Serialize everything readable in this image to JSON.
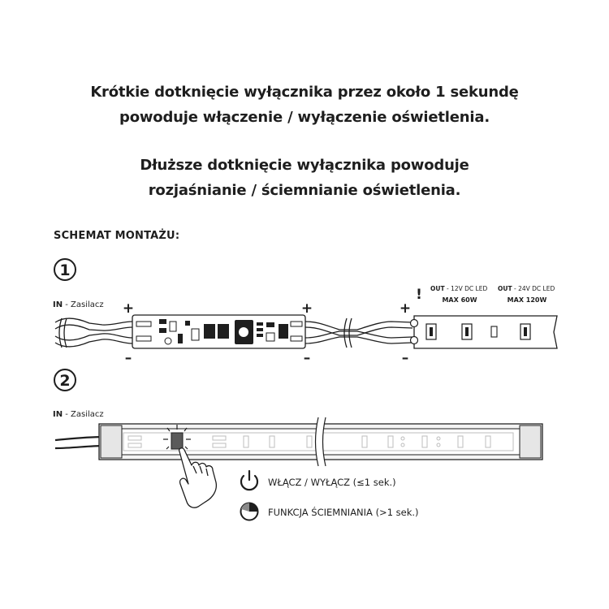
{
  "intro": {
    "short_touch_line1": "Krótkie dotknięcie wyłącznika przez około 1 sekundę",
    "short_touch_line2": "powoduje włączenie / wyłączenie oświetlenia.",
    "long_touch_line1": "Dłuższe dotknięcie wyłącznika powoduje",
    "long_touch_line2": "rozjaśnianie / ściemnianie oświetlenia."
  },
  "scheme_heading": "SCHEMAT MONTAŻU:",
  "step1": {
    "number": "1",
    "input_label_bold": "IN",
    "input_label_rest": " - Zasilacz",
    "plus": "+",
    "minus": "–",
    "warning": "!",
    "out12_prefix": "OUT",
    "out12_rest": " - 12V DC LED",
    "out12_max": "MAX 60W",
    "out24_prefix": "OUT",
    "out24_rest": " - 24V DC LED",
    "out24_max": "MAX 120W"
  },
  "step2": {
    "number": "2",
    "input_label_bold": "IN",
    "input_label_rest": " - Zasilacz"
  },
  "legend": {
    "on_off": "WŁĄCZ / WYŁĄCZ (≤1 sek.)",
    "dimming": "FUNKCJA ŚCIEMNIANIA (>1 sek.)"
  },
  "colors": {
    "ink": "#1e1e1e",
    "wire_fill": "#ffffff",
    "pcb": "#ffffff",
    "led_ghost": "#c8c8c8",
    "channel": "#ededed"
  },
  "icons": {
    "power": "power-icon",
    "dimming": "dimming-icon",
    "hand": "pointing-hand-icon"
  }
}
